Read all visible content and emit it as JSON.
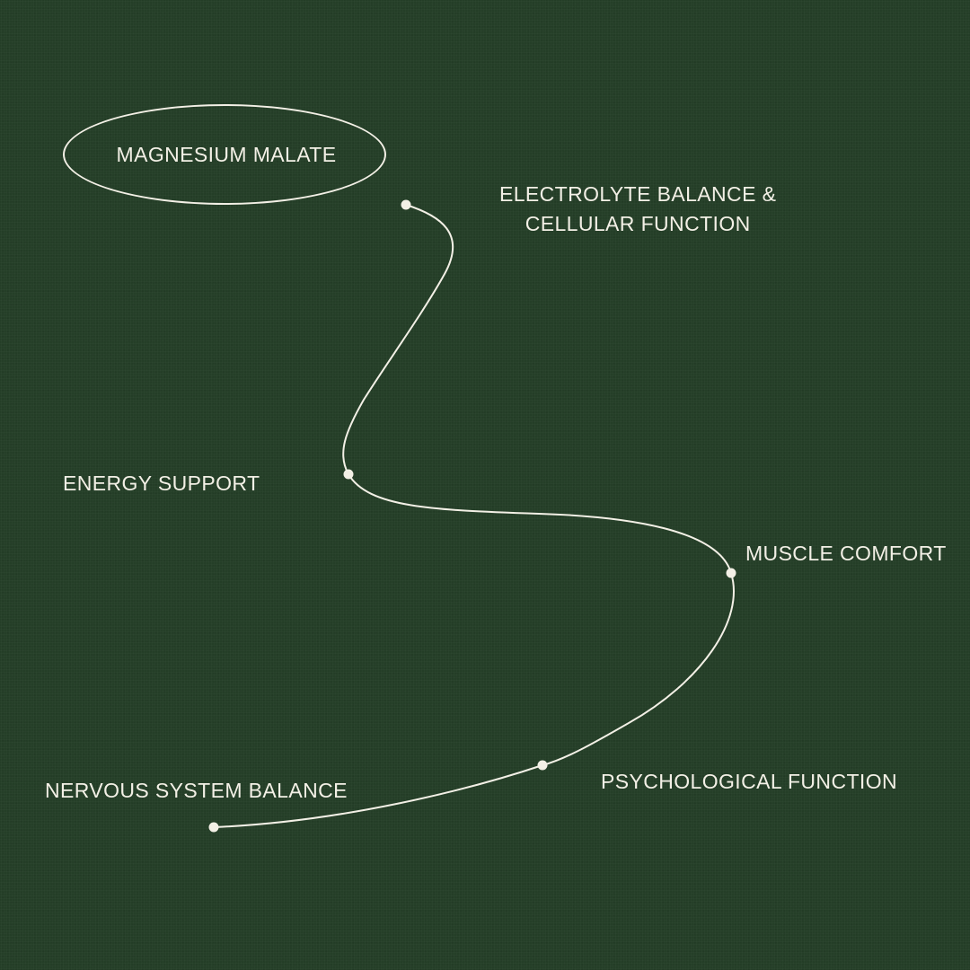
{
  "title": "MAGNESIUM MALATE",
  "benefits": {
    "electrolyte": {
      "line1": "ELECTROLYTE BALANCE &",
      "line2": "CELLULAR FUNCTION"
    },
    "energy": "ENERGY SUPPORT",
    "muscle": "MUSCLE COMFORT",
    "psychological": "PSYCHOLOGICAL FUNCTION",
    "nervous": "NERVOUS SYSTEM BALANCE"
  },
  "colors": {
    "background": "#243e27",
    "foreground": "#f3f0e6"
  }
}
